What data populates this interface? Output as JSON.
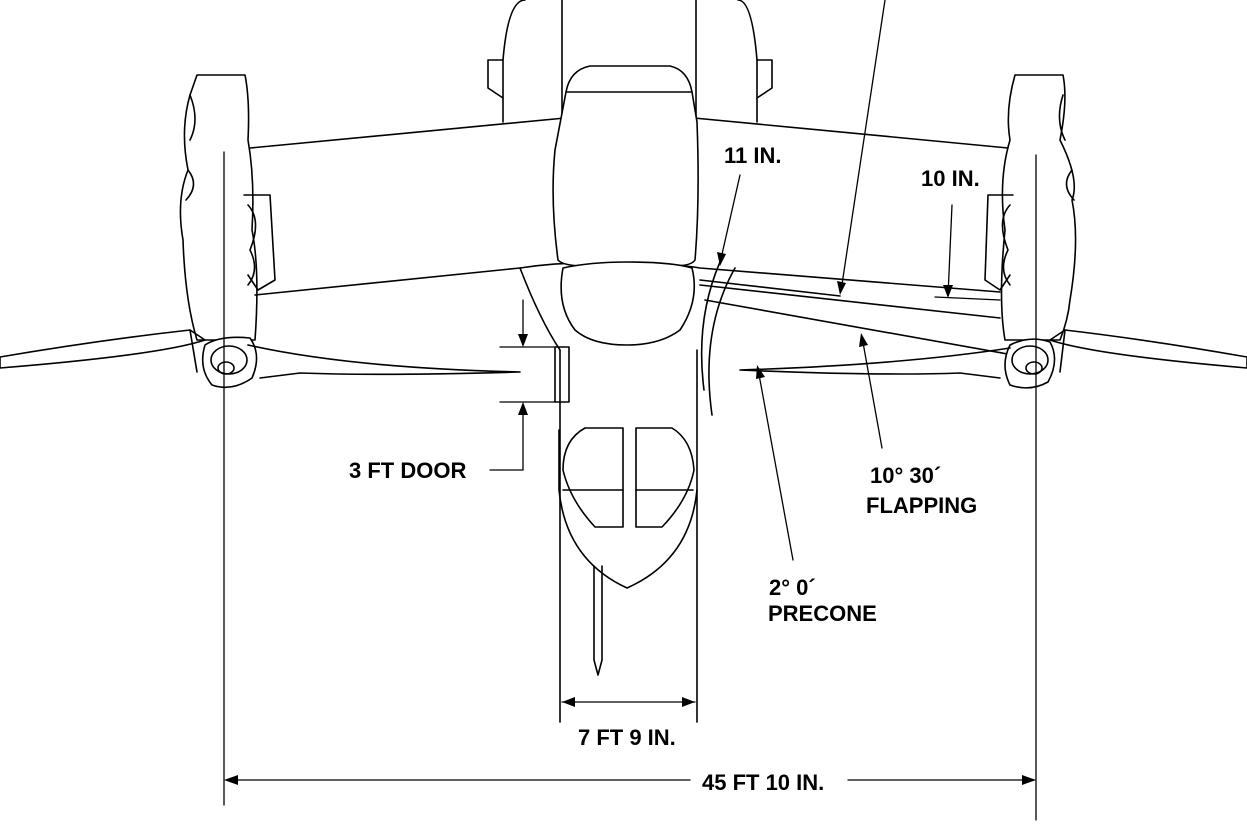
{
  "labels": {
    "wing_thickness": "11 IN.",
    "tip_clearance": "10 IN.",
    "door": "3 FT DOOR",
    "flapping_angle": "10° 30´",
    "flapping": "FLAPPING",
    "precone_angle": "2° 0´",
    "precone": "PRECONE",
    "fuselage_width": "7 FT 9 IN.",
    "overall_width": "45 FT 10 IN."
  }
}
